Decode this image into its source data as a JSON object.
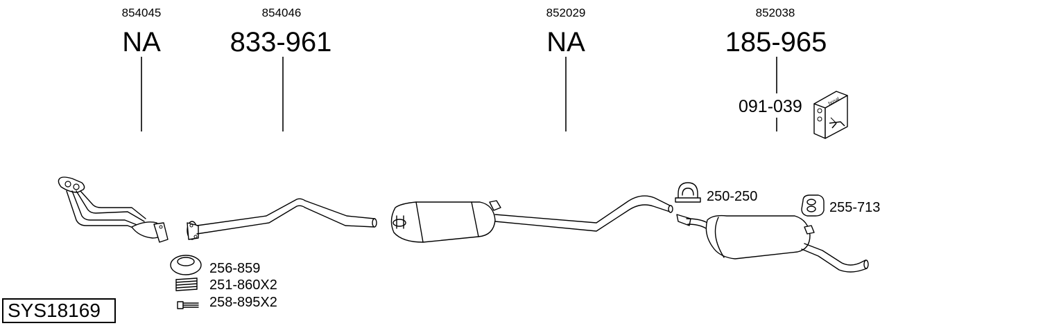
{
  "columns": [
    {
      "oe_ref": "854045",
      "part_no": "NA"
    },
    {
      "oe_ref": "854046",
      "part_no": "833-961"
    },
    {
      "oe_ref": "852029",
      "part_no": "NA"
    },
    {
      "oe_ref": "852038",
      "part_no": "185-965"
    }
  ],
  "mounting_kit": {
    "part_no": "091-039",
    "box_label": "bosal"
  },
  "accessories": [
    {
      "part_no": "256-859",
      "icon": "gasket-ring-icon"
    },
    {
      "part_no": "251-860X2",
      "icon": "spring-icon"
    },
    {
      "part_no": "258-895X2",
      "icon": "bolt-icon"
    },
    {
      "part_no": "250-250",
      "icon": "clamp-icon"
    },
    {
      "part_no": "255-713",
      "icon": "rubber-mount-icon"
    }
  ],
  "system_id": "SYS18169"
}
